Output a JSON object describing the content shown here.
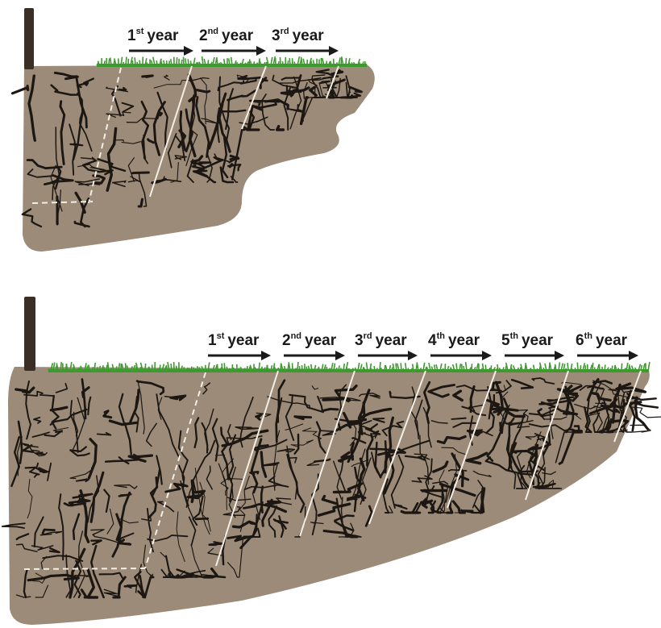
{
  "diagrams": [
    {
      "years": [
        {
          "num": "1",
          "sup": "st",
          "word": "year"
        },
        {
          "num": "2",
          "sup": "nd",
          "word": "year"
        },
        {
          "num": "3",
          "sup": "rd",
          "word": "year"
        }
      ]
    },
    {
      "years": [
        {
          "num": "1",
          "sup": "st",
          "word": "year"
        },
        {
          "num": "2",
          "sup": "nd",
          "word": "year"
        },
        {
          "num": "3",
          "sup": "rd",
          "word": "year"
        },
        {
          "num": "4",
          "sup": "th",
          "word": "year"
        },
        {
          "num": "5",
          "sup": "th",
          "word": "year"
        },
        {
          "num": "6",
          "sup": "th",
          "word": "year"
        }
      ]
    }
  ],
  "colors": {
    "soil": "#9b8b78",
    "roots": "#1c1712",
    "grass": "#3d9a2e",
    "post": "#3b2f25",
    "boundary": "#f4efe6"
  }
}
